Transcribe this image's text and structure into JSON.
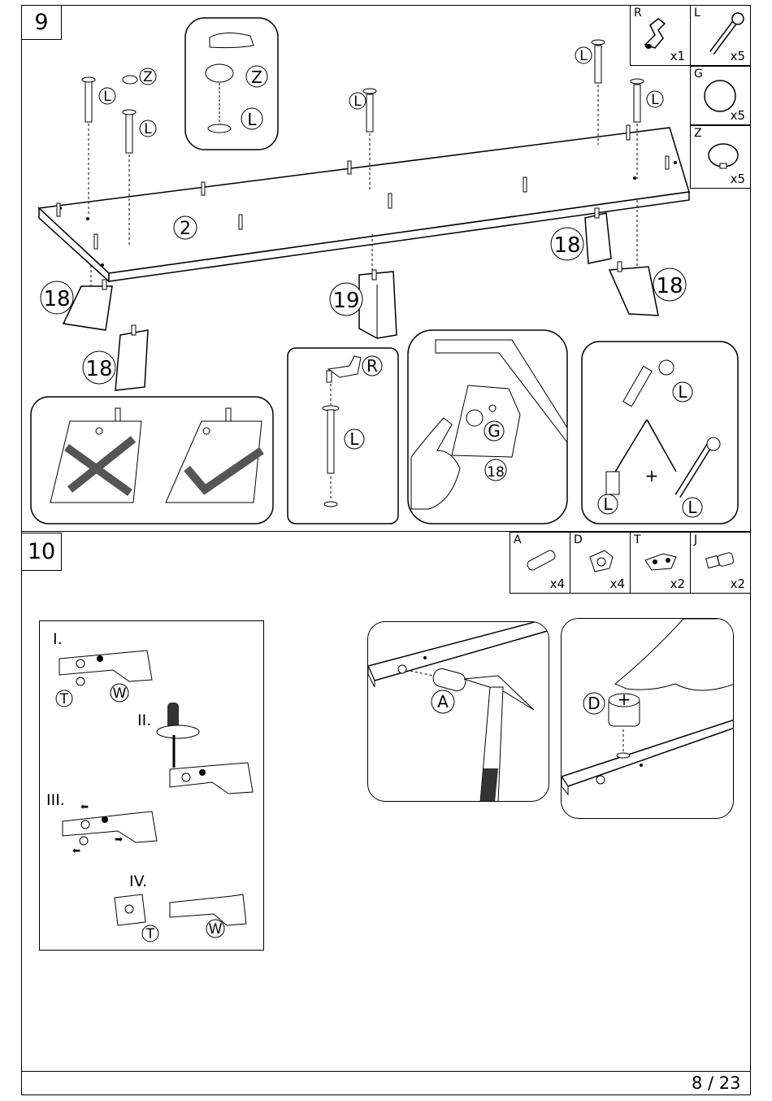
{
  "page": {
    "number": "8 / 23"
  },
  "step9": {
    "number": "9",
    "parts": [
      {
        "letter": "R",
        "count": "x1",
        "icon": "allen-key-icon"
      },
      {
        "letter": "L",
        "count": "x5",
        "icon": "bolt-icon"
      },
      {
        "letter": "G",
        "count": "x5",
        "icon": "cover-cap-icon"
      },
      {
        "letter": "Z",
        "count": "x5",
        "icon": "domed-cap-icon"
      }
    ],
    "labels": {
      "bolt": "L",
      "cap": "Z",
      "cover": "G",
      "key": "R",
      "panel_board": "2",
      "leg_a": "18",
      "leg_b": "19"
    }
  },
  "step10": {
    "number": "10",
    "parts": [
      {
        "letter": "A",
        "count": "x4",
        "icon": "wooden-dowel-icon"
      },
      {
        "letter": "D",
        "count": "x4",
        "icon": "cam-lock-icon"
      },
      {
        "letter": "T",
        "count": "x2",
        "icon": "hinge-plate-icon"
      },
      {
        "letter": "J",
        "count": "x2",
        "icon": "connector-icon"
      }
    ],
    "hinge_steps": {
      "s1": "I.",
      "s2": "II.",
      "s3": "III.",
      "s4": "IV."
    },
    "labels": {
      "hinge_plate": "T",
      "hinge_arm": "W",
      "dowel": "A",
      "cam": "D"
    }
  },
  "symbols": {
    "plus": "+"
  }
}
